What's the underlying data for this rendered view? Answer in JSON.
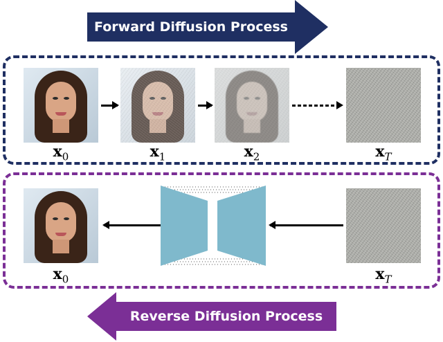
{
  "forward_title": "Forward Diffusion Process",
  "reverse_title": "Reverse Diffusion Process",
  "forward_labels": [
    {
      "base": "x",
      "sub": "0"
    },
    {
      "base": "x",
      "sub": "1"
    },
    {
      "base": "x",
      "sub": "2"
    },
    {
      "base": "x",
      "sub": "T"
    }
  ],
  "reverse_labels": [
    {
      "base": "x",
      "sub": "0"
    },
    {
      "base": "x",
      "sub": "T"
    }
  ],
  "colors": {
    "forward": "#1f2f62",
    "reverse": "#7b2f96",
    "network": "#7fb9cc"
  }
}
